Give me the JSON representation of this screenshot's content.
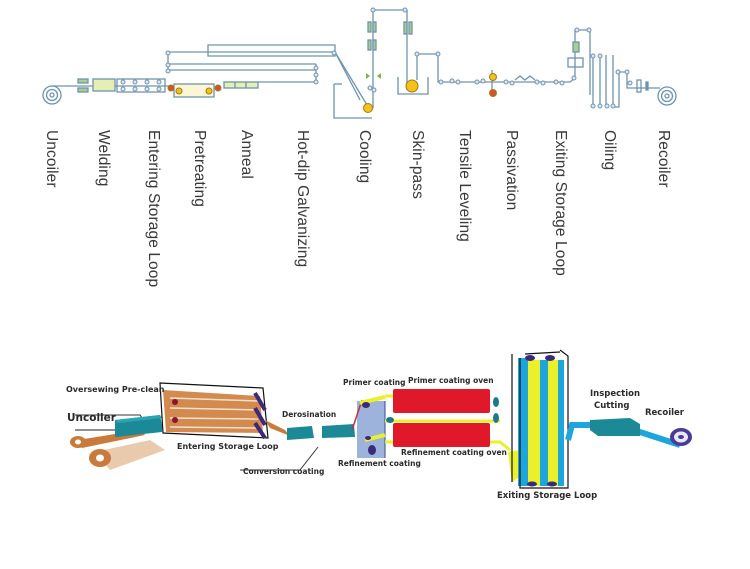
{
  "top_process": {
    "title": "Hot-dip galvanizing line",
    "stages": [
      {
        "label": "Uncoiler"
      },
      {
        "label": "Welding"
      },
      {
        "label": "Entering Storage Loop"
      },
      {
        "label": "Pretreating"
      },
      {
        "label": "Anneal"
      },
      {
        "label": "Hot-dip Galvanizing"
      },
      {
        "label": "Cooling"
      },
      {
        "label": "Skin-pass"
      },
      {
        "label": "Tensile Leveling"
      },
      {
        "label": "Passivation"
      },
      {
        "label": "Exiting Storage Loop"
      },
      {
        "label": "Oiling"
      },
      {
        "label": "Recoiler"
      }
    ]
  },
  "bottom_process": {
    "title": "Color coating line",
    "labels": {
      "oversewing_preclean": "Oversewing Pre-clean",
      "uncoiler": "Uncoiler",
      "entering_storage_loop": "Entering Storage Loop",
      "derosination": "Derosination",
      "conversion_coating": "Conversion coating",
      "primer_coating": "Primer coating",
      "primer_coating_oven": "Primer coating oven",
      "refinement_coating": "Refinement coating",
      "refinement_coating_oven": "Refinement coating oven",
      "exiting_storage_loop": "Exiting Storage Loop",
      "inspection": "Inspection",
      "cutting": "Cutting",
      "recoiler": "Recoiler"
    }
  },
  "colors": {
    "line_blue": "#6f93ad",
    "roller_yellow": "#f2c21b",
    "roller_red": "#d4532c",
    "green_panel": "#a9cf8f",
    "strip_orange": "#c97b3c",
    "teal": "#1b8a96",
    "oven_red": "#e0192a",
    "coat_yellow": "#eaf02a",
    "loop_blue": "#1ea5dc",
    "purple": "#3b2a7a"
  }
}
